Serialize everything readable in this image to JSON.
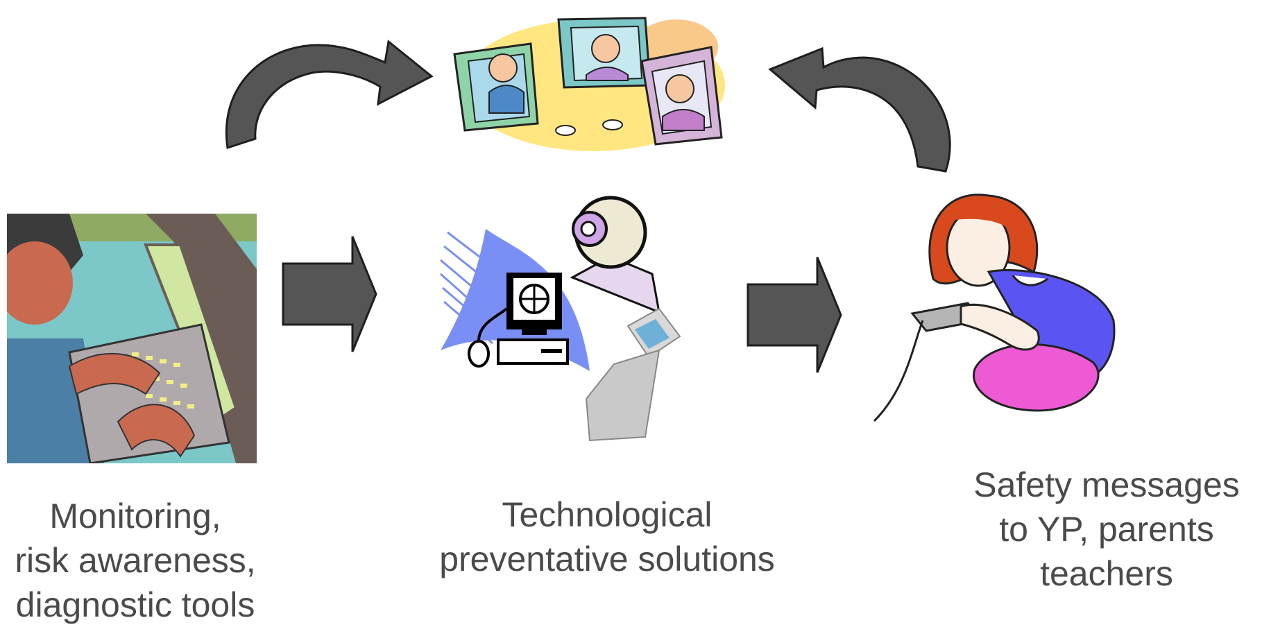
{
  "diagram": {
    "nodes": [
      {
        "id": "monitoring",
        "label_lines": [
          "Monitoring,",
          "risk awareness,",
          "diagnostic tools"
        ],
        "illustration": "person-typing-on-keyboard-clipart"
      },
      {
        "id": "technology",
        "label_lines": [
          "Technological",
          "preventative solutions"
        ],
        "illustration": "computer-webcam-mobile-phone-clipart"
      },
      {
        "id": "safety",
        "label_lines": [
          "Safety messages",
          "to YP, parents",
          "teachers"
        ],
        "illustration": "girl-playing-handheld-game-clipart"
      }
    ],
    "top_illustration": "video-conference-people-clipart",
    "arrows": [
      {
        "from": "monitoring",
        "to": "technology",
        "style": "block-arrow-right"
      },
      {
        "from": "technology",
        "to": "safety",
        "style": "block-arrow-right"
      },
      {
        "from": "monitoring",
        "to": "top_illustration",
        "style": "curved-arrow"
      },
      {
        "from": "safety",
        "to": "top_illustration",
        "style": "curved-arrow"
      }
    ],
    "colors": {
      "arrow_fill": "#555555",
      "arrow_stroke": "#1e1e1e",
      "text": "#4a4a4a"
    }
  }
}
